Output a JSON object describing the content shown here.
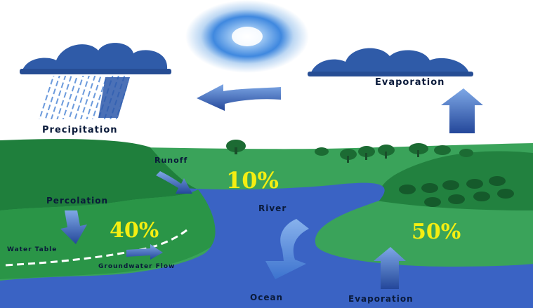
{
  "labels": {
    "precipitation": "Precipitation",
    "evaporation_top": "Evaporation",
    "runoff": "Runoff",
    "percolation": "Percolation",
    "river": "River",
    "water_table": "Water Table",
    "groundwater_flow": "Groundwater Flow",
    "ocean": "Ocean",
    "evaporation_bottom": "Evaporation"
  },
  "percentages": {
    "runoff": "10%",
    "percolation": "40%",
    "evaporation": "50%"
  },
  "colors": {
    "sky": "#ffffff",
    "cloud": "#2f5ba8",
    "sun": "#3f88df",
    "grass_light": "#3aa35a",
    "grass_dark": "#1f7f3c",
    "water": "#3a63c4",
    "arrow": "#2e57a7",
    "percent_text": "#f4ee12"
  }
}
